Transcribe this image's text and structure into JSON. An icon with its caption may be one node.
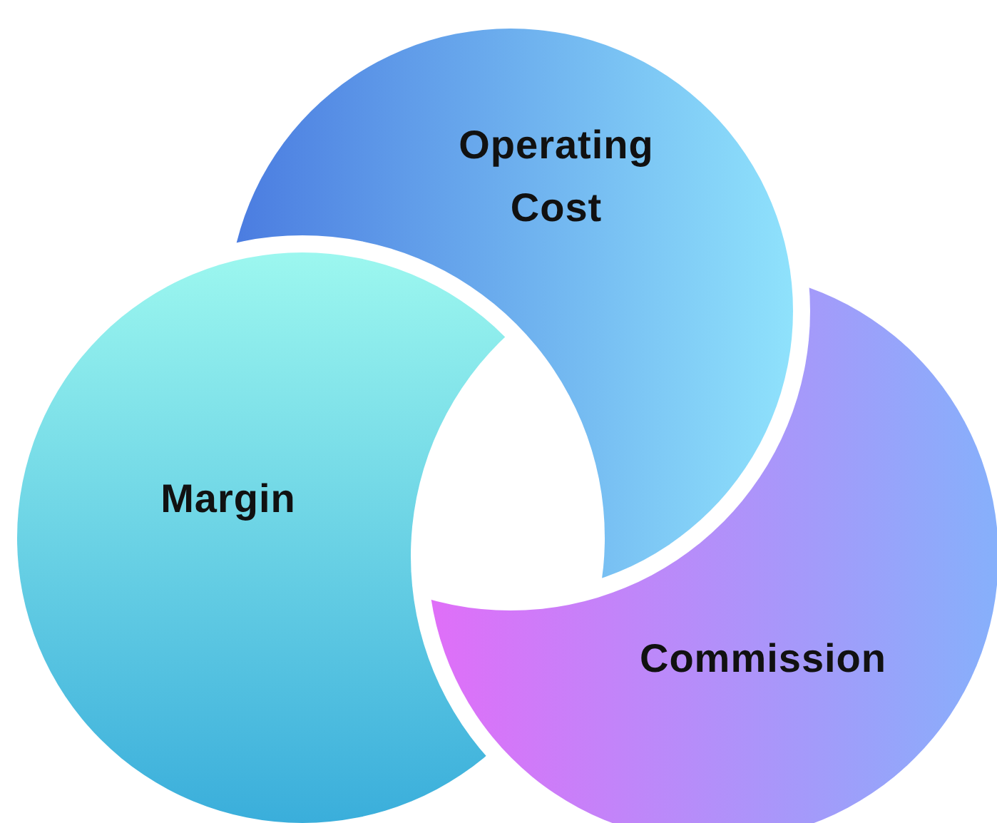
{
  "diagram": {
    "nodes": [
      {
        "text": [
          "Operating Cost"
        ]
      },
      {
        "text": [
          "Margin"
        ]
      },
      {
        "text": [
          "Commission"
        ]
      }
    ]
  }
}
